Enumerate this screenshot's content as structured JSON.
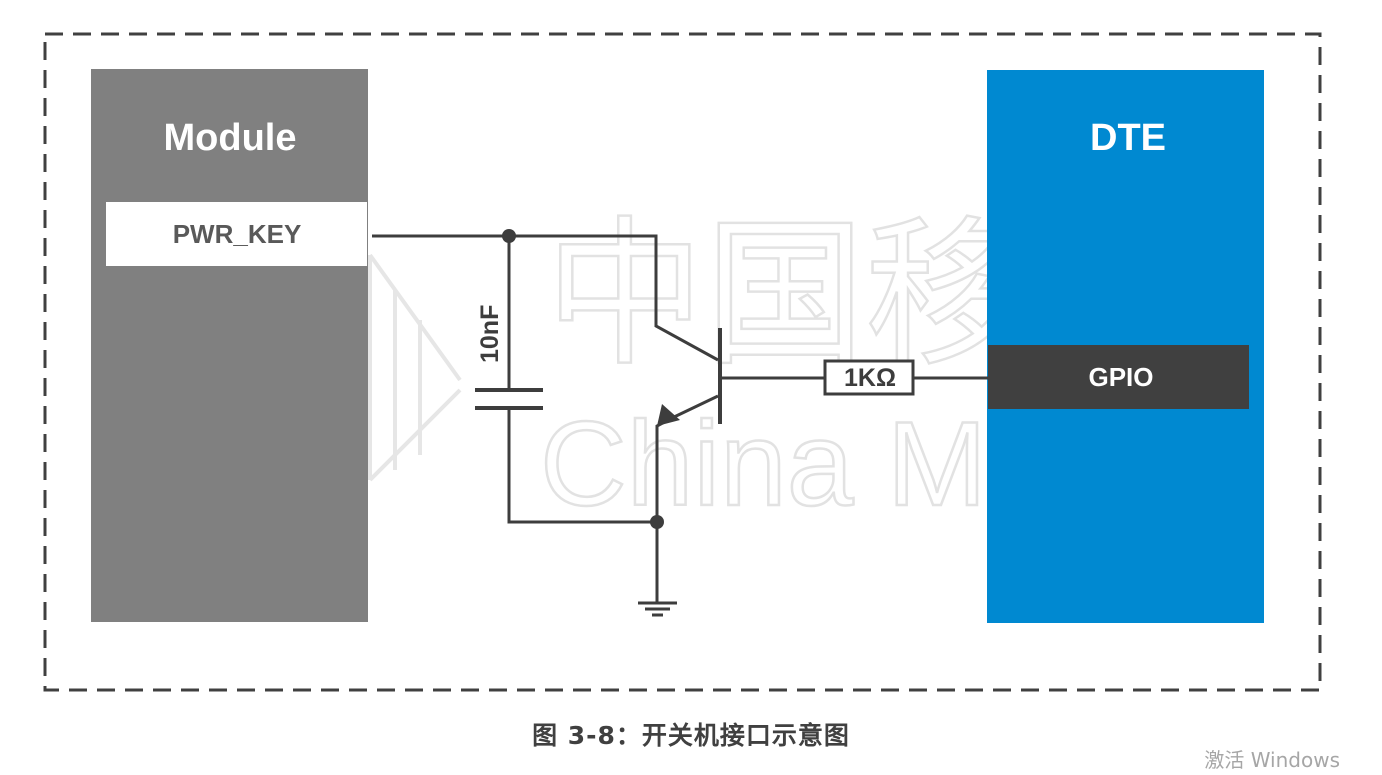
{
  "module": {
    "title": "Module",
    "pin": "PWR_KEY",
    "fill_color": "#808080"
  },
  "dte": {
    "title": "DTE",
    "pin": "GPIO",
    "fill_color": "#0089d1",
    "pin_color": "#404040"
  },
  "components": {
    "capacitor": "10nF",
    "resistor": "1KΩ"
  },
  "watermark": {
    "chinese": "中国移",
    "latin": "China M"
  },
  "caption": "图 3-8：开关机接口示意图",
  "os_note": "激活 Windows"
}
